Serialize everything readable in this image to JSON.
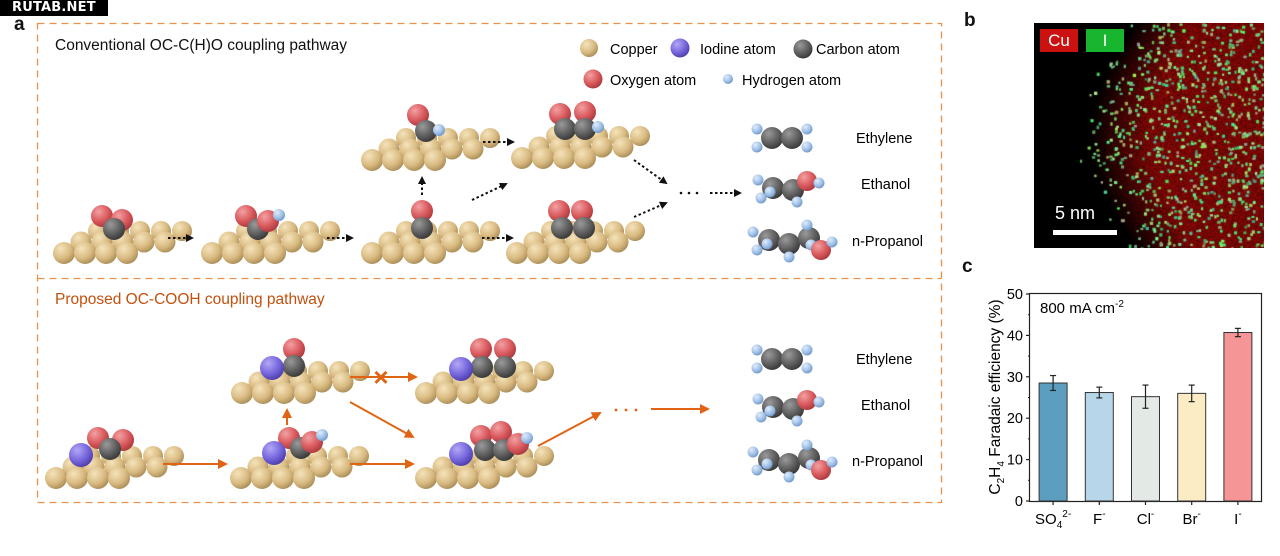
{
  "watermark": "RUTAB.NET",
  "panels": {
    "a": "a",
    "b": "b",
    "c": "c"
  },
  "panel_a": {
    "top_title": "Conventional OC-C(H)O coupling pathway",
    "bottom_title": "Proposed OC-COOH coupling pathway",
    "legend": [
      {
        "label": "Copper",
        "atom": "Cu"
      },
      {
        "label": "Iodine atom",
        "atom": "I"
      },
      {
        "label": "Carbon atom",
        "atom": "C"
      },
      {
        "label": "Oxygen atom",
        "atom": "O"
      },
      {
        "label": "Hydrogen atom",
        "atom": "H"
      }
    ],
    "products_top": [
      "Ethylene",
      "Ethanol",
      "n-Propanol"
    ],
    "products_bottom": [
      "Ethylene",
      "Ethanol",
      "n-Propanol"
    ],
    "blocked_step_marker": "×",
    "colors": {
      "copper": "#dcc08a",
      "iodine": "#7b6be0",
      "carbon": "#5f5f5f",
      "oxygen": "#d95a5e",
      "hydrogen": "#9fc2ea",
      "frame": "#e8924c",
      "proposed_accent": "#e06414",
      "proposed_title": "#c2510f"
    }
  },
  "panel_b": {
    "channels": [
      {
        "label": "Cu",
        "color": "#cc1111"
      },
      {
        "label": "I",
        "color": "#18b52e"
      }
    ],
    "scale_label": "5 nm"
  },
  "chart_data": {
    "type": "bar",
    "title": "",
    "annotation": "800 mA cm⁻²",
    "xlabel": "",
    "ylabel": "C₂H₄ Faradaic efficiency (%)",
    "ylim": [
      0,
      50
    ],
    "yticks": [
      0,
      10,
      20,
      30,
      40,
      50
    ],
    "grid": false,
    "categories": [
      "SO₄²⁻",
      "F⁻",
      "Cl⁻",
      "Br⁻",
      "I⁻"
    ],
    "values": [
      28.5,
      26.2,
      25.2,
      26.0,
      40.7
    ],
    "errors": [
      1.8,
      1.3,
      2.8,
      2.0,
      1.0
    ],
    "colors": [
      "#5b9ebf",
      "#b8d6ea",
      "#e3e9e4",
      "#fcecc4",
      "#f59596"
    ]
  }
}
